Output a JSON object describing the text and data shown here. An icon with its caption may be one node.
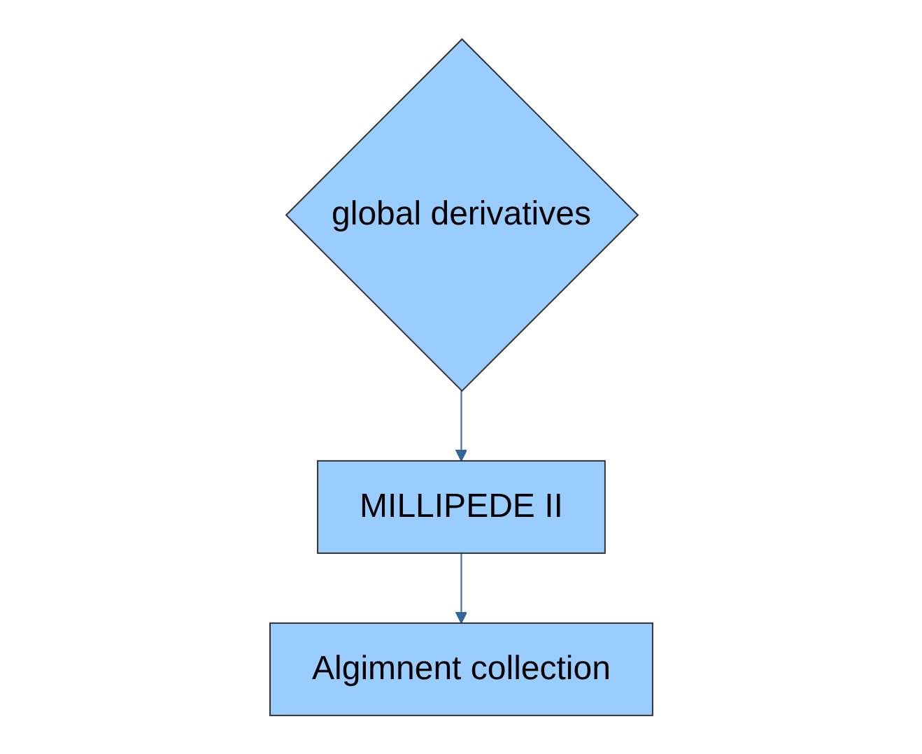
{
  "diagram": {
    "nodes": [
      {
        "text": [
          "global derivatives"
        ]
      },
      {
        "text": [
          "MILLIPEDE II"
        ]
      },
      {
        "text": [
          "Algimnent collection"
        ]
      }
    ],
    "edges": [
      {
        "from": 0,
        "to": 1,
        "arrow": "to"
      },
      {
        "from": 1,
        "to": 2,
        "arrow": "to"
      }
    ]
  }
}
